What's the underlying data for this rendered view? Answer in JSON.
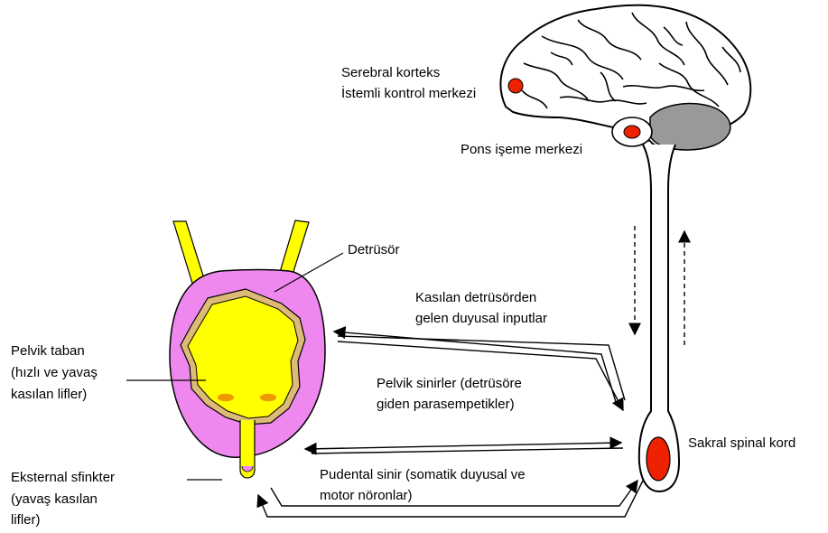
{
  "labels": {
    "cortex_line1": "Serebral korteks",
    "cortex_line2": "İstemli kontrol merkezi",
    "pons": "Pons işeme merkezi",
    "detrusor": "Detrüsör",
    "sensory_line1": "Kasılan detrüsörden",
    "sensory_line2": "gelen duyusal inputlar",
    "pelvic_floor_line1": "Pelvik taban",
    "pelvic_floor_line2": "(hızlı ve yavaş",
    "pelvic_floor_line3": "kasılan lifler)",
    "pelvic_nerves_line1": "Pelvik sinirler (detrüsöre",
    "pelvic_nerves_line2": "giden parasempetikler)",
    "sacral": "Sakral spinal kord",
    "sphincter_line1": "Eksternal sfinkter",
    "sphincter_line2": "(yavaş kasılan",
    "sphincter_line3": "lifler)",
    "pudendal_line1": "Pudental sinir (somatik duyusal ve",
    "pudendal_line2": "motor nöronlar)"
  },
  "colors": {
    "red_center": "#ee2200",
    "bladder_outer": "#ee88ee",
    "bladder_inner": "#ffff00",
    "bladder_wall": "#ddbb77",
    "ureter": "#ffff00",
    "cerebellum": "#999999",
    "stroke": "#000000"
  }
}
